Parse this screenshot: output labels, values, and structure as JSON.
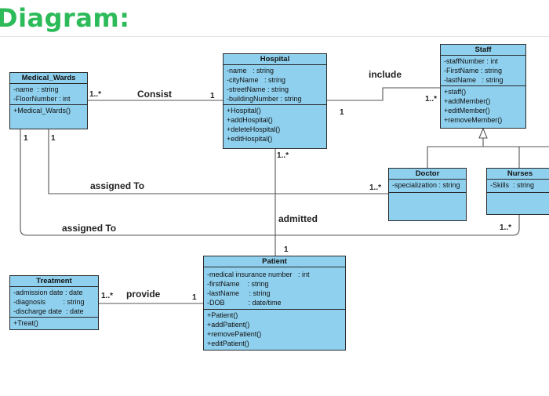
{
  "heading": "Diagram:",
  "classes": {
    "medical_wards": {
      "name": "Medical_Wards",
      "attributes": [
        "-name  : string",
        "-FloorNumber : int"
      ],
      "methods": [
        "+Medical_Wards()"
      ]
    },
    "hospital": {
      "name": "Hospital",
      "attributes": [
        "-name   : string",
        "-cityName   : string",
        "-streetName : string",
        "-buildingNumber : string"
      ],
      "methods": [
        "+Hospital()",
        "+addHospital()",
        "+deleteHospital()",
        "+editHospital()"
      ]
    },
    "staff": {
      "name": "Staff",
      "attributes": [
        "-staffNumber : int",
        "-FirstName : string",
        "-lastName   : string"
      ],
      "methods": [
        "+staff()",
        "+addMember()",
        "+editMember()",
        "+removeMember()"
      ]
    },
    "doctor": {
      "name": "Doctor",
      "attributes": [
        "-specialization : string"
      ],
      "methods": []
    },
    "nurses": {
      "name": "Nurses",
      "attributes": [
        "-Skills  : string"
      ],
      "methods": []
    },
    "patient": {
      "name": "Patient",
      "attributes": [
        "-medical insurance number   : int",
        "-firstName    : string",
        "-lastName     : string",
        "-DOB            : date/time"
      ],
      "methods": [
        "+Patient()",
        "+addPatient()",
        "+removePatient()",
        "+editPatient()"
      ]
    },
    "treatment": {
      "name": "Treatment",
      "attributes": [
        "-admission date : date",
        "-diagnosis         : string",
        "-discharge date  : date"
      ],
      "methods": [
        "+Treat()"
      ]
    }
  },
  "relationships": {
    "consist": "Consist",
    "include": "include",
    "assigned_to_doctor": "assigned To",
    "assigned_to_nurses": "assigned To",
    "admitted": "admitted",
    "provide": "provide"
  },
  "multiplicities": {
    "wards_consist": "1..*",
    "hospital_consist": "1",
    "hospital_include": "1",
    "staff_include": "1..*",
    "wards_left": "1",
    "wards_right": "1",
    "doctor_assigned": "1..*",
    "nurses_assigned": "1..*",
    "hospital_admitted": "1..*",
    "patient_admitted": "1",
    "treatment_provide": "1..*",
    "patient_provide": "1"
  }
}
